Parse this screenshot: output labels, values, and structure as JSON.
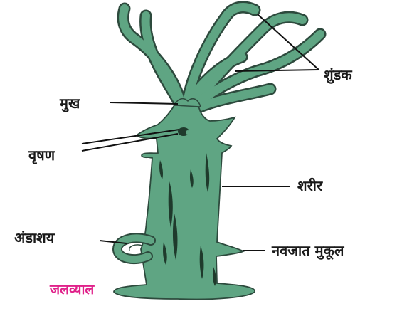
{
  "labels": {
    "tentacles": "शुंडक",
    "mouth": "मुख",
    "testis": "वृषण",
    "body": "शरीर",
    "ovary": "अंडाशय",
    "new_bud": "नवजात मुकूल"
  },
  "caption": "जलव्याल",
  "colors": {
    "body_fill": "#5fa583",
    "outline": "#2d4a3d",
    "dark_marks": "#1f3a2c",
    "label_text": "#1a1a1a",
    "caption_text": "#e0218a",
    "leader_line": "#111111"
  }
}
